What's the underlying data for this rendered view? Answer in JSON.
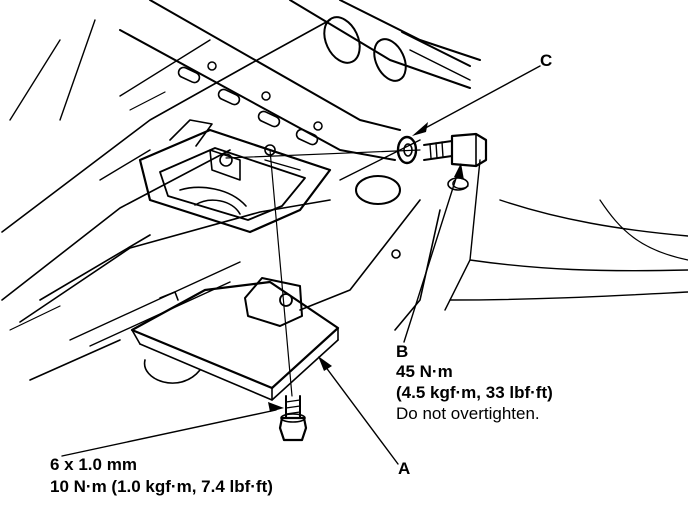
{
  "diagram": {
    "callouts": {
      "a": {
        "letter": "A"
      },
      "b": {
        "letter": "B",
        "torque": "45 N·m",
        "torque_alt": "(4.5 kgf·m, 33 lbf·ft)",
        "note": "Do not overtighten."
      },
      "c": {
        "letter": "C"
      },
      "bolt": {
        "size": "6 x 1.0 mm",
        "torque": "10 N·m (1.0 kgf·m, 7.4 lbf·ft)"
      }
    }
  }
}
